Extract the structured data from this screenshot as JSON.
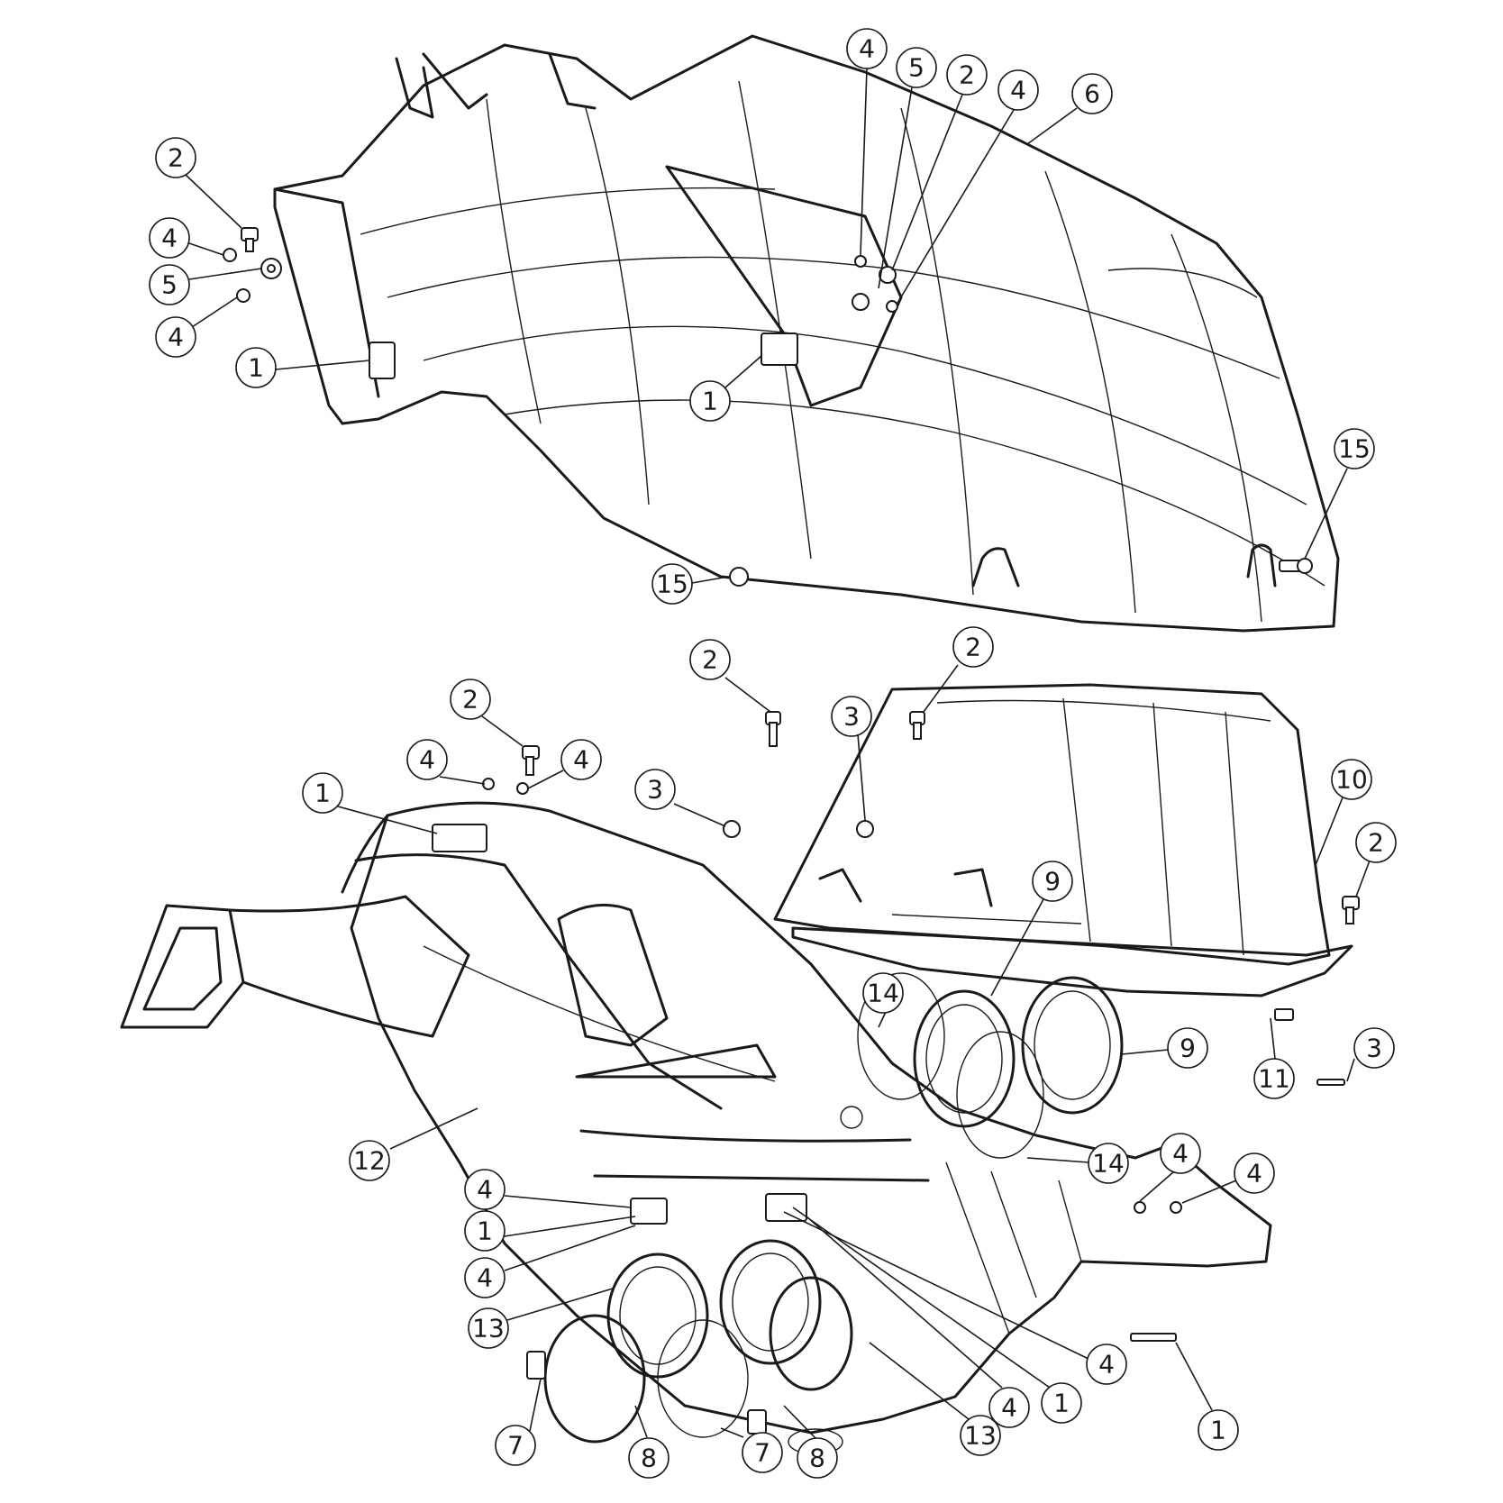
{
  "diagram": {
    "callouts": [
      {
        "label": "4"
      },
      {
        "label": "5"
      },
      {
        "label": "2"
      },
      {
        "label": "4"
      },
      {
        "label": "6"
      },
      {
        "label": "2"
      },
      {
        "label": "4"
      },
      {
        "label": "5"
      },
      {
        "label": "4"
      },
      {
        "label": "1"
      },
      {
        "label": "1"
      },
      {
        "label": "15"
      },
      {
        "label": "15"
      },
      {
        "label": "2"
      },
      {
        "label": "2"
      },
      {
        "label": "3"
      },
      {
        "label": "2"
      },
      {
        "label": "4"
      },
      {
        "label": "4"
      },
      {
        "label": "3"
      },
      {
        "label": "1"
      },
      {
        "label": "10"
      },
      {
        "label": "2"
      },
      {
        "label": "9"
      },
      {
        "label": "14"
      },
      {
        "label": "9"
      },
      {
        "label": "11"
      },
      {
        "label": "3"
      },
      {
        "label": "12"
      },
      {
        "label": "14"
      },
      {
        "label": "4"
      },
      {
        "label": "4"
      },
      {
        "label": "4"
      },
      {
        "label": "1"
      },
      {
        "label": "4"
      },
      {
        "label": "13"
      },
      {
        "label": "4"
      },
      {
        "label": "1"
      },
      {
        "label": "4"
      },
      {
        "label": "1"
      },
      {
        "label": "7"
      },
      {
        "label": "8"
      },
      {
        "label": "7"
      },
      {
        "label": "8"
      },
      {
        "label": "13"
      }
    ]
  }
}
